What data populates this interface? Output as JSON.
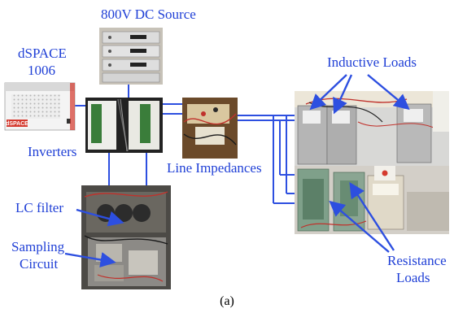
{
  "labels": {
    "dc_source": "800V DC Source",
    "dspace_line1": "dSPACE",
    "dspace_line2": "1006",
    "inverters": "Inverters",
    "line_impedances": "Line Impedances",
    "inductive_loads": "Inductive Loads",
    "lc_filter": "LC filter",
    "sampling_line1": "Sampling",
    "sampling_line2": "Circuit",
    "resistance_line1": "Resistance",
    "resistance_line2": "Loads",
    "caption": "(a)",
    "dspace_badge": "dSPACE"
  },
  "colors": {
    "label_blue": "#1f3fd6",
    "connector_blue": "#2d4fe0",
    "caption": "#000000"
  }
}
